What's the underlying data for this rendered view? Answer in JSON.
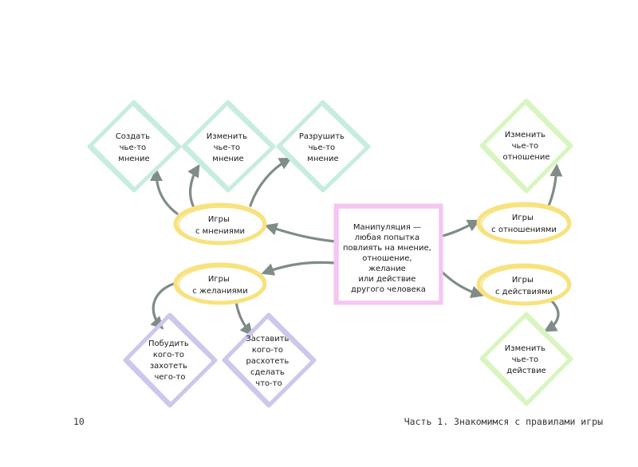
{
  "nodes": {
    "center": [
      "Манипуляция —",
      "любая попытка",
      "повлиять на мнение,",
      "отношение,",
      "желание",
      "или действие",
      "другого человека"
    ],
    "games_opinions": [
      "Игры",
      "с мнениями"
    ],
    "games_desires": [
      "Игры",
      "с желаниями"
    ],
    "games_relations": [
      "Игры",
      "с отношениями"
    ],
    "games_actions": [
      "Игры",
      "с действиями"
    ],
    "create_opinion": [
      "Создать",
      "чье-то",
      "мнение"
    ],
    "change_opinion": [
      "Изменить",
      "чье-то",
      "мнение"
    ],
    "destroy_opinion": [
      "Разрушить",
      "чье-то",
      "мнение"
    ],
    "change_relation": [
      "Изменить",
      "чье-то",
      "отношение"
    ],
    "change_action": [
      "Изменить",
      "чье-то",
      "действие"
    ],
    "induce_desire": [
      "Побудить",
      "кого-то",
      "захотеть",
      "чего-то"
    ],
    "make_undesire": [
      "Заставить",
      "кого-то",
      "расхотеть",
      "сделать",
      "что-то"
    ]
  },
  "footer": {
    "page_number": "10",
    "chapter": "Часть 1. Знакомимся с правилами игры"
  },
  "colors": {
    "center_border": "#f4c6f0",
    "oval_border": "#f7e27e",
    "diamond_teal": "#c7ece0",
    "diamond_green": "#d8f5c0",
    "diamond_purple": "#cfc6ec",
    "arrow": "#7f8c88"
  }
}
